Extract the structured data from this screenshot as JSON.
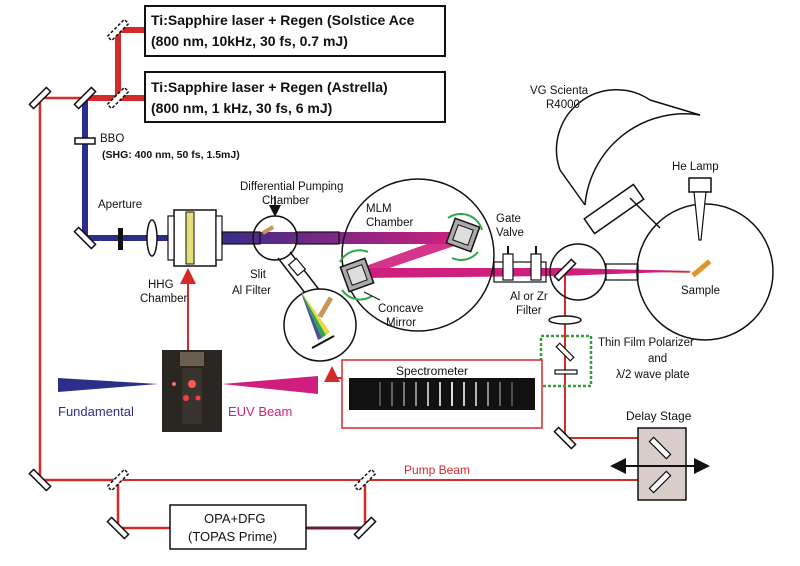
{
  "lasers": {
    "solstice_line1": "Ti:Sapphire laser + Regen (Solstice Ace",
    "solstice_line2": "(800 nm, 10kHz, 30 fs, 0.7 mJ)",
    "astrella_line1": "Ti:Sapphire laser + Regen (Astrella)",
    "astrella_line2": "(800 nm, 1 kHz, 30 fs, 6 mJ)"
  },
  "bbo": {
    "label": "BBO",
    "shg": "(SHG: 400 nm, 50 fs, 1.5mJ)"
  },
  "labels": {
    "aperture": "Aperture",
    "hhg_line1": "HHG",
    "hhg_line2": "Chamber",
    "diff_line1": "Differential Pumping",
    "diff_line2": "Chamber",
    "slit": "Slit",
    "al_filter": "Al Filter",
    "mlm_line1": "MLM",
    "mlm_line2": "Chamber",
    "concave_line1": "Concave",
    "concave_line2": "Mirror",
    "gate_line1": "Gate",
    "gate_line2": "Valve",
    "alzr_line1": "Al or Zr",
    "alzr_line2": "Filter",
    "vg_line1": "VG Scienta",
    "vg_line2": "R4000",
    "he_lamp": "He Lamp",
    "sample": "Sample",
    "polarizer_line1": "Thin Film Polarizer",
    "polarizer_line2": "and",
    "polarizer_line3": "λ/2 wave plate",
    "spectrometer": "Spectrometer",
    "fundamental": "Fundamental",
    "euv_beam": "EUV Beam",
    "delay_stage": "Delay Stage",
    "pump_beam": "Pump Beam",
    "opa_line1": "OPA+DFG",
    "opa_line2": "(TOPAS Prime)"
  },
  "colors": {
    "ir_beam": "#d42a2a",
    "blue_beam": "#2b2f8a",
    "euv_beam": "#cf1f7e",
    "opa_out": "#6b1b3a",
    "delay_fill": "#d8cdc8",
    "polarizer_box": "#3a9a3a"
  }
}
